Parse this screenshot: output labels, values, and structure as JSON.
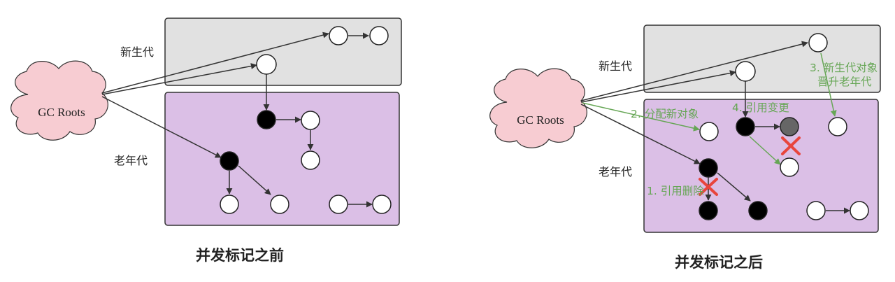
{
  "colors": {
    "young_fill": "#e1e1e1",
    "old_fill": "#dbbfe6",
    "cloud_fill": "#f7ccd2",
    "arrow": "#333333",
    "green": "#66a655",
    "cross": "#e8453c",
    "gray_node": "#666666"
  },
  "before": {
    "young_label": "新生代",
    "old_label": "老年代",
    "roots_label": "GC Roots",
    "caption": "并发标记之前"
  },
  "after": {
    "young_label": "新生代",
    "old_label": "老年代",
    "roots_label": "GC Roots",
    "caption": "并发标记之后",
    "annotations": {
      "a1": "1. 引用删除",
      "a2": "2. 分配新对象",
      "a3_line1": "3. 新生代对象",
      "a3_line2": "晋升老年代",
      "a4": "4. 引用变更"
    }
  }
}
